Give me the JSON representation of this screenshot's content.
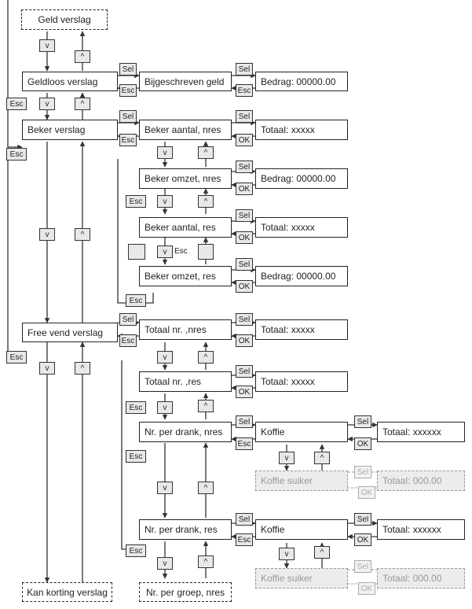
{
  "nodes": {
    "geld_verslag": "Geld verslag",
    "geldloos_verslag": "Geldloos verslag",
    "bijgeschreven_geld": "Bijgeschreven geld",
    "bedrag_1": "Bedrag: 00000.00",
    "beker_verslag": "Beker verslag",
    "beker_aantal_nres": "Beker aantal, nres",
    "totaal_1": "Totaal: xxxxx",
    "beker_omzet_nres": "Beker omzet, nres",
    "bedrag_2": "Bedrag: 00000.00",
    "beker_aantal_res": "Beker aantal, res",
    "totaal_2": "Totaal: xxxxx",
    "beker_omzet_res": "Beker omzet, res",
    "bedrag_3": "Bedrag: 00000.00",
    "free_vend_verslag": "Free vend verslag",
    "totaal_nr_nres": "Totaal nr. ,nres",
    "totaal_3": "Totaal: xxxxx",
    "totaal_nr_res": "Totaal nr. ,res",
    "totaal_4": "Totaal: xxxxx",
    "nr_per_drank_nres": "Nr. per drank, nres",
    "koffie_1": "Koffie",
    "totaal_5": "Totaal: xxxxxx",
    "koffie_suiker_1": "Koffie suiker",
    "totaal_6": "Totaal: 000.00",
    "nr_per_drank_res": "Nr. per drank, res",
    "koffie_2": "Koffie",
    "totaal_7": "Totaal: xxxxxx",
    "koffie_suiker_2": "Koffie suiker",
    "totaal_8": "Totaal: 000.00",
    "kan_korting_verslag": "Kan korting verslag",
    "nr_per_groep_nres": "Nr. per groep, nres"
  },
  "keys": {
    "sel": "Sel",
    "esc": "Esc",
    "ok": "OK",
    "down": "v",
    "up": "^"
  },
  "inline_labels": {
    "v_esc": "v",
    "esc_small": "Esc"
  }
}
